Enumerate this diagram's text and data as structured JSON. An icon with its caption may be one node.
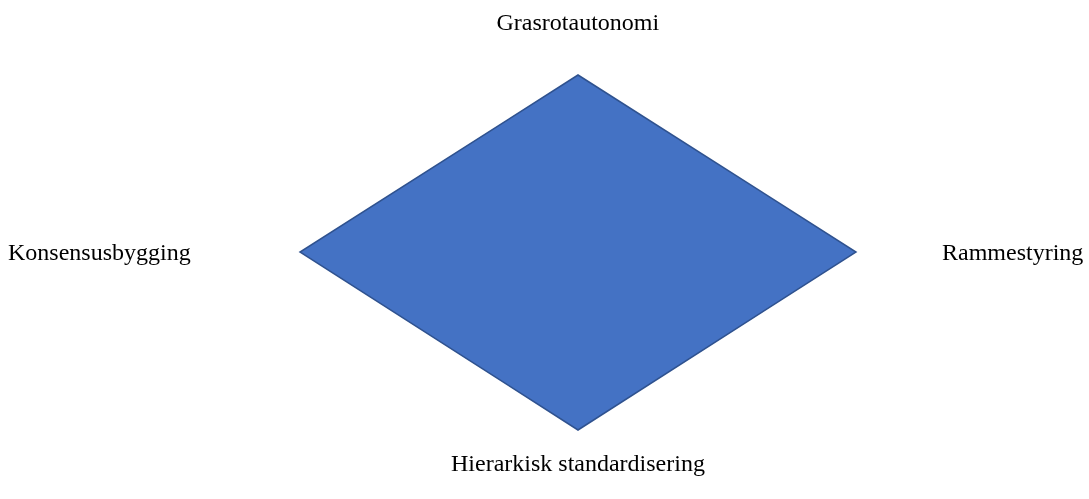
{
  "diagram": {
    "labels": [
      "Grasrotautonomi",
      "Konsensusbygging",
      "Rammestyring",
      "Hierarkisk standardisering"
    ]
  }
}
